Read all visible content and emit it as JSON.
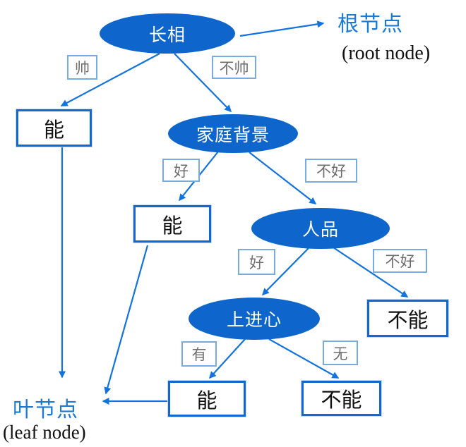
{
  "diagram_title": "decision-tree-example",
  "palette": {
    "node_fill": "#0e65cc",
    "node_text": "#ffffff",
    "arrow_blue": "#1273e0",
    "leaf_box_border": "#1467d1",
    "edge_label_border": "#7aabdf",
    "edge_label_text": "#6e6e6e",
    "annotation_blue": "#1b7ad2",
    "annotation_black": "#111111"
  },
  "tree": {
    "decision_nodes": [
      {
        "id": "looks",
        "label": "长相"
      },
      {
        "id": "family-background",
        "label": "家庭背景"
      },
      {
        "id": "character",
        "label": "人品"
      },
      {
        "id": "ambition",
        "label": "上进心"
      }
    ],
    "leaf_nodes": [
      {
        "id": "able-1",
        "label": "能"
      },
      {
        "id": "able-2",
        "label": "能"
      },
      {
        "id": "unable-1",
        "label": "不能"
      },
      {
        "id": "able-3",
        "label": "能"
      },
      {
        "id": "unable-2",
        "label": "不能"
      }
    ],
    "edge_labels": [
      {
        "id": "handsome",
        "label": "帅"
      },
      {
        "id": "not-handsome",
        "label": "不帅"
      },
      {
        "id": "good-family",
        "label": "好"
      },
      {
        "id": "bad-family",
        "label": "不好"
      },
      {
        "id": "good-character",
        "label": "好"
      },
      {
        "id": "bad-character",
        "label": "不好"
      },
      {
        "id": "has-ambition",
        "label": "有"
      },
      {
        "id": "no-ambition",
        "label": "无"
      }
    ]
  },
  "annotations": {
    "root_cn": "根节点",
    "root_en": "(root node)",
    "leaf_cn": "叶节点",
    "leaf_en": "(leaf node)"
  }
}
